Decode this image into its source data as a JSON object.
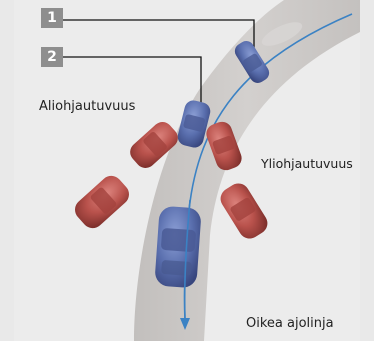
{
  "markers": {
    "one": "1",
    "two": "2"
  },
  "labels": {
    "understeer": "Aliohjautuvuus",
    "oversteer": "Yliohjautuvuus",
    "correct_path": "Oikea ajolinja"
  },
  "colors": {
    "background": "#ececec",
    "road": "#c9c6c4",
    "marker": "#8e8e8e",
    "blue_car": "#5a6fae",
    "red_car": "#b9524c",
    "path_line": "#3b82c4",
    "leader_line": "#111111"
  }
}
